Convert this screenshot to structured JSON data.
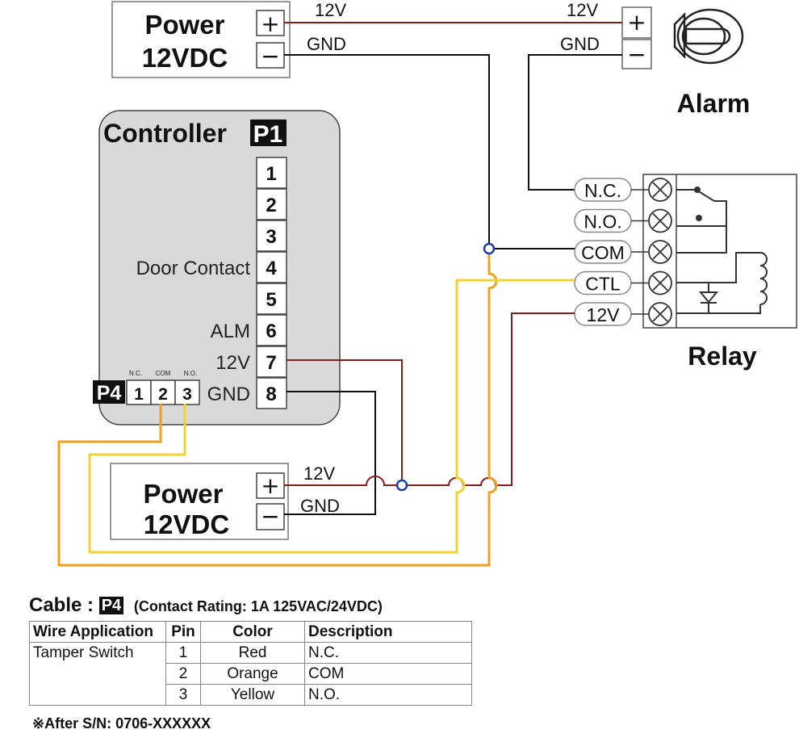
{
  "power_top": {
    "label_line1": "Power",
    "label_line2": "12VDC",
    "plus": "+",
    "minus": "−",
    "wire_12v": "12V",
    "wire_gnd": "GND"
  },
  "power_bottom": {
    "label_line1": "Power",
    "label_line2": "12VDC",
    "plus": "+",
    "minus": "−",
    "wire_12v": "12V",
    "wire_gnd": "GND"
  },
  "alarm": {
    "label": "Alarm",
    "plus": "+",
    "minus": "−",
    "wire_12v": "12V",
    "wire_gnd": "GND",
    "icon": "siren-icon"
  },
  "controller": {
    "title": "Controller",
    "badge": "P1",
    "pins": [
      {
        "num": "1",
        "label": ""
      },
      {
        "num": "2",
        "label": ""
      },
      {
        "num": "3",
        "label": ""
      },
      {
        "num": "4",
        "label": "Door Contact"
      },
      {
        "num": "5",
        "label": ""
      },
      {
        "num": "6",
        "label": "ALM"
      },
      {
        "num": "7",
        "label": "12V"
      },
      {
        "num": "8",
        "label": "GND"
      }
    ],
    "p4": {
      "badge": "P4",
      "pins": [
        "1",
        "2",
        "3"
      ],
      "pin_labels": [
        "N.C.",
        "COM",
        "N.O."
      ]
    }
  },
  "relay": {
    "label": "Relay",
    "terminals": [
      "N.C.",
      "N.O.",
      "COM",
      "CTL",
      "12V"
    ]
  },
  "cable": {
    "title_prefix": "Cable :",
    "badge": "P4",
    "rating": "(Contact Rating: 1A 125VAC/24VDC)",
    "headers": [
      "Wire Application",
      "Pin",
      "Color",
      "Description"
    ],
    "application": "Tamper Switch",
    "rows": [
      {
        "pin": "1",
        "color": "Red",
        "description": "N.C."
      },
      {
        "pin": "2",
        "color": "Orange",
        "description": "COM"
      },
      {
        "pin": "3",
        "color": "Yellow",
        "description": "N.O."
      }
    ],
    "note": "※After S/N: 0706-XXXXXX"
  },
  "colors": {
    "power_wire": "#8b1a1a",
    "gnd_wire": "#111111",
    "orange_wire": "#f0a020",
    "yellow_wire": "#f2d230",
    "node": "#1a3fa0",
    "controller_fill": "#d9d9d9"
  }
}
